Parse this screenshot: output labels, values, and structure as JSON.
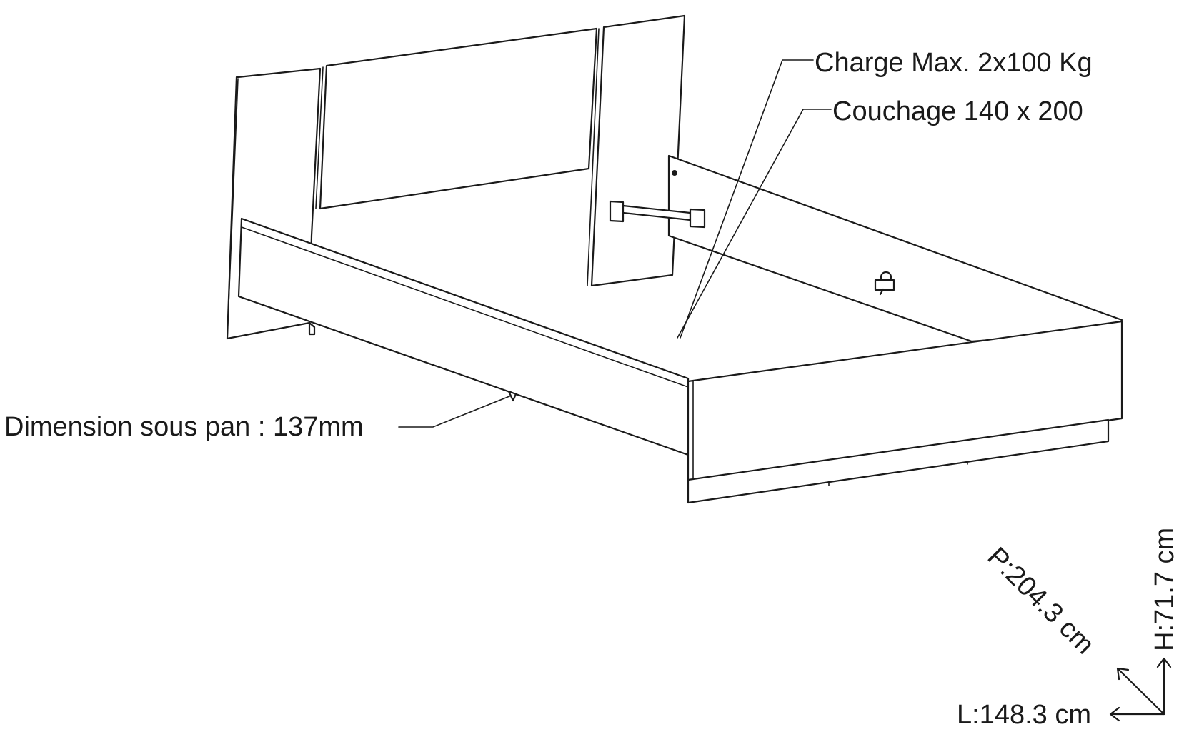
{
  "labels": {
    "max_load": "Charge Max. 2x100 Kg",
    "sleeping_size": "Couchage 140 x 200",
    "under_clearance": "Dimension sous pan : 137mm"
  },
  "dimensions": {
    "depth": "P:204.3 cm",
    "height": "H:71.7 cm",
    "width": "L:148.3 cm"
  }
}
